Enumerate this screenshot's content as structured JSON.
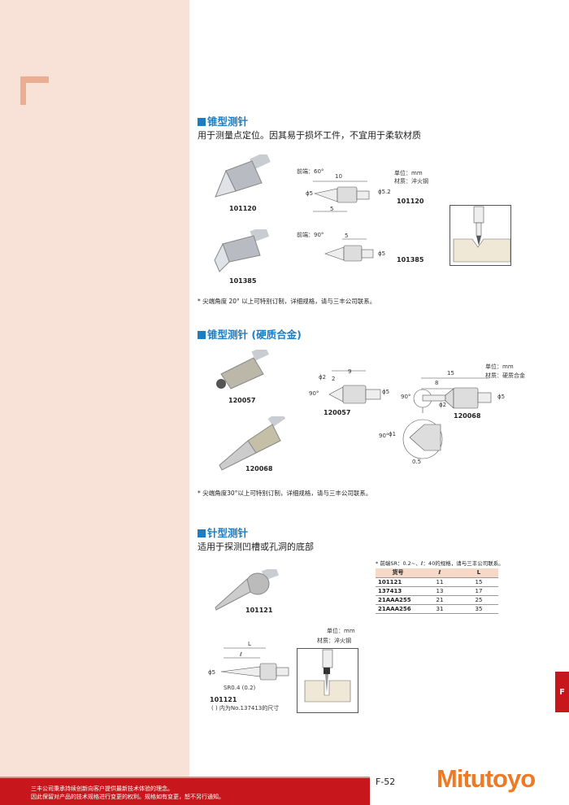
{
  "section1": {
    "title": "锥型测针",
    "desc": "用于测量点定位。因其易于损坏工件，不宜用于柔软材质",
    "products": [
      "101120",
      "101385"
    ],
    "tip1": "前端：60°",
    "tip2": "前端：90°",
    "dim10": "10",
    "dim5a": "5",
    "dim5b": "5",
    "phi5": "ϕ5",
    "phi52": "ϕ5.2",
    "phi5b": "ϕ5",
    "unit": "单位：mm",
    "material": "材质：淬火钢",
    "note": "* 尖端角度 20° 以上可特别订制，详细规格，请与三丰公司联系。"
  },
  "section2": {
    "title": "锥型测针 (硬质合金)",
    "products": [
      "120057",
      "120068"
    ],
    "unit": "单位：mm",
    "material": "材质：硬质合金",
    "d9": "9",
    "d2": "2",
    "phi2": "ϕ2",
    "ang": "90°",
    "phi5": "ϕ5",
    "d15": "15",
    "d8": "8",
    "phi2b": "ϕ2",
    "phi5b": "ϕ5",
    "phi1": "ϕ1",
    "d05": "0.5",
    "note": "* 尖端角度30°以上可特别订制，详细规格，请与三丰公司联系。"
  },
  "section3": {
    "title": "针型测针",
    "desc": "适用于探测凹槽或孔洞的底部",
    "product": "101121",
    "table_note": "* 前端SR：0.2~、ℓ：40的规格，请与三丰公司联系。",
    "table": {
      "headers": [
        "货号",
        "ℓ",
        "L"
      ],
      "rows": [
        [
          "101121",
          "11",
          "15"
        ],
        [
          "137413",
          "13",
          "17"
        ],
        [
          "21AAA255",
          "21",
          "25"
        ],
        [
          "21AAA256",
          "31",
          "35"
        ]
      ]
    },
    "unit": "单位：mm",
    "material": "材质：淬火钢",
    "dimL": "L",
    "diml": "ℓ",
    "phi5": "ϕ5",
    "sr": "SR0.4 (0.2)",
    "code": "101121",
    "paren": "(   ) 内为No.137413的尺寸"
  },
  "footer": {
    "line1": "三丰公司秉承持续创新向客户提供最新技术体验的理念。",
    "line2": "因此保留对产品的技术规格进行变更的权利。规格如有变更，恕不另行通知。"
  },
  "page_number": "F-52",
  "tab_letter": "F",
  "logo": "Mitutoyo",
  "colors": {
    "heading": "#1c7dc2",
    "footer": "#c8161d",
    "logo": "#ee7a24",
    "side": "#f8e2d8"
  }
}
